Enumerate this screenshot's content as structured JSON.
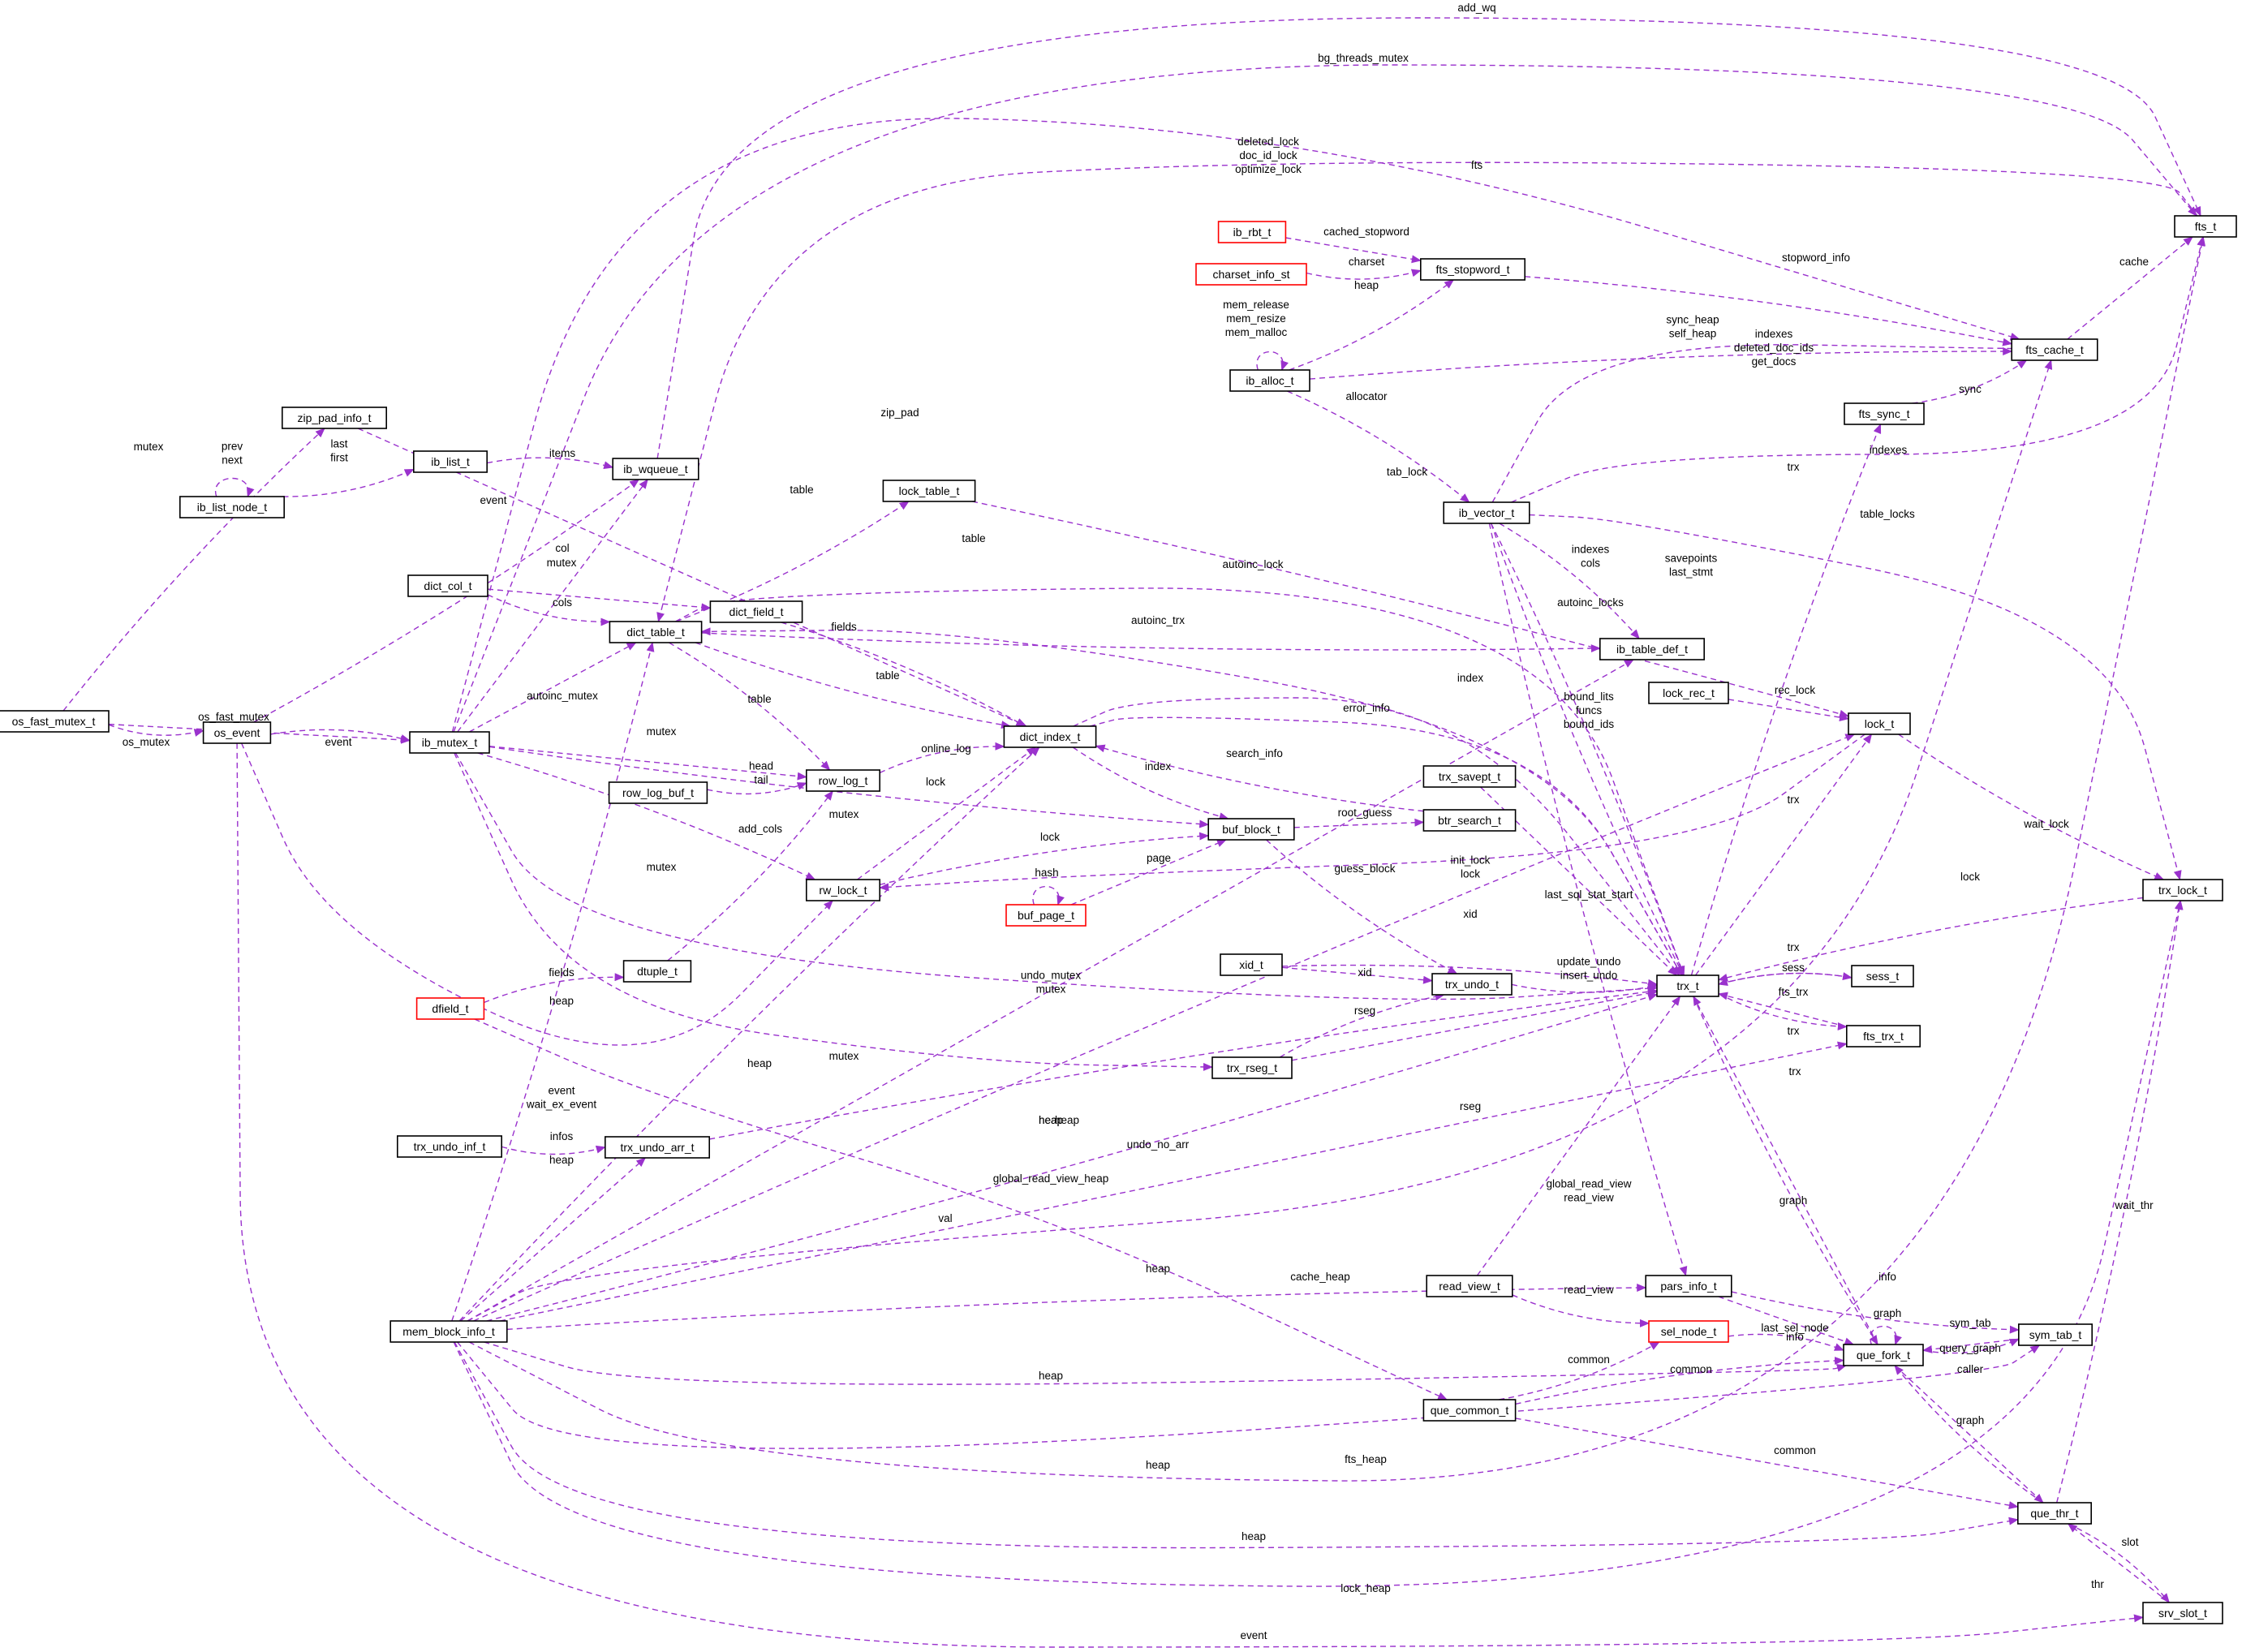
{
  "diagram": {
    "kind": "collaboration-graph",
    "focus_node": "ib_table_def_t",
    "colors": {
      "edge": "#9a32cd",
      "node_border": "#000000",
      "incomplete_node_border": "#ff0000",
      "focus_fill": "#bfbfbf",
      "background": "#ffffff"
    },
    "nodes": [
      {
        "id": "ib_table_def_t",
        "label": "ib_table_def_t",
        "style": "focus"
      },
      {
        "id": "ib_vector_t",
        "label": "ib_vector_t",
        "style": "normal"
      },
      {
        "id": "ib_alloc_t",
        "label": "ib_alloc_t",
        "style": "normal"
      },
      {
        "id": "mem_block_info_t",
        "label": "mem_block_info_t",
        "style": "normal"
      },
      {
        "id": "dict_table_t",
        "label": "dict_table_t",
        "style": "normal"
      },
      {
        "id": "dict_index_t",
        "label": "dict_index_t",
        "style": "normal"
      },
      {
        "id": "trx_t",
        "label": "trx_t",
        "style": "normal"
      },
      {
        "id": "lock_t",
        "label": "lock_t",
        "style": "normal"
      },
      {
        "id": "fts_t",
        "label": "fts_t",
        "style": "normal"
      },
      {
        "id": "fts_cache_t",
        "label": "fts_cache_t",
        "style": "normal"
      },
      {
        "id": "fts_stopword_t",
        "label": "fts_stopword_t",
        "style": "normal"
      },
      {
        "id": "ib_rbt_t",
        "label": "ib_rbt_t",
        "style": "incomplete"
      },
      {
        "id": "charset_info_st",
        "label": "charset_info_st",
        "style": "incomplete"
      },
      {
        "id": "fts_sync_t",
        "label": "fts_sync_t",
        "style": "normal"
      },
      {
        "id": "zip_pad_info_t",
        "label": "zip_pad_info_t",
        "style": "normal"
      },
      {
        "id": "ib_list_t",
        "label": "ib_list_t",
        "style": "normal"
      },
      {
        "id": "ib_list_node_t",
        "label": "ib_list_node_t",
        "style": "normal"
      },
      {
        "id": "ib_wqueue_t",
        "label": "ib_wqueue_t",
        "style": "normal"
      },
      {
        "id": "lock_table_t",
        "label": "lock_table_t",
        "style": "normal"
      },
      {
        "id": "dict_col_t",
        "label": "dict_col_t",
        "style": "normal"
      },
      {
        "id": "dict_field_t",
        "label": "dict_field_t",
        "style": "normal"
      },
      {
        "id": "os_fast_mutex_t",
        "label": "os_fast_mutex_t",
        "style": "normal"
      },
      {
        "id": "os_event",
        "label": "os_event",
        "style": "normal"
      },
      {
        "id": "ib_mutex_t",
        "label": "ib_mutex_t",
        "style": "normal"
      },
      {
        "id": "lock_rec_t",
        "label": "lock_rec_t",
        "style": "normal"
      },
      {
        "id": "row_log_t",
        "label": "row_log_t",
        "style": "normal"
      },
      {
        "id": "row_log_buf_t",
        "label": "row_log_buf_t",
        "style": "normal"
      },
      {
        "id": "trx_savept_t",
        "label": "trx_savept_t",
        "style": "normal"
      },
      {
        "id": "btr_search_t",
        "label": "btr_search_t",
        "style": "normal"
      },
      {
        "id": "buf_block_t",
        "label": "buf_block_t",
        "style": "normal"
      },
      {
        "id": "buf_page_t",
        "label": "buf_page_t",
        "style": "incomplete"
      },
      {
        "id": "rw_lock_t",
        "label": "rw_lock_t",
        "style": "normal"
      },
      {
        "id": "trx_lock_t",
        "label": "trx_lock_t",
        "style": "normal"
      },
      {
        "id": "xid_t",
        "label": "xid_t",
        "style": "normal"
      },
      {
        "id": "dtuple_t",
        "label": "dtuple_t",
        "style": "normal"
      },
      {
        "id": "dfield_t",
        "label": "dfield_t",
        "style": "incomplete"
      },
      {
        "id": "trx_undo_t",
        "label": "trx_undo_t",
        "style": "normal"
      },
      {
        "id": "sess_t",
        "label": "sess_t",
        "style": "normal"
      },
      {
        "id": "fts_trx_t",
        "label": "fts_trx_t",
        "style": "normal"
      },
      {
        "id": "trx_rseg_t",
        "label": "trx_rseg_t",
        "style": "normal"
      },
      {
        "id": "trx_undo_inf_t",
        "label": "trx_undo_inf_t",
        "style": "normal"
      },
      {
        "id": "trx_undo_arr_t",
        "label": "trx_undo_arr_t",
        "style": "normal"
      },
      {
        "id": "read_view_t",
        "label": "read_view_t",
        "style": "normal"
      },
      {
        "id": "pars_info_t",
        "label": "pars_info_t",
        "style": "normal"
      },
      {
        "id": "sel_node_t",
        "label": "sel_node_t",
        "style": "incomplete"
      },
      {
        "id": "que_fork_t",
        "label": "que_fork_t",
        "style": "normal"
      },
      {
        "id": "sym_tab_t",
        "label": "sym_tab_t",
        "style": "normal"
      },
      {
        "id": "que_common_t",
        "label": "que_common_t",
        "style": "normal"
      },
      {
        "id": "que_thr_t",
        "label": "que_thr_t",
        "style": "normal"
      },
      {
        "id": "srv_slot_t",
        "label": "srv_slot_t",
        "style": "normal"
      }
    ],
    "edges": [
      {
        "from": "ib_vector_t",
        "to": "ib_table_def_t",
        "label": [
          "indexes",
          "cols"
        ]
      },
      {
        "from": "mem_block_info_t",
        "to": "ib_table_def_t",
        "label": [
          "heap"
        ]
      },
      {
        "from": "dict_table_t",
        "to": "ib_table_def_t",
        "label": [
          "table"
        ]
      },
      {
        "from": "ib_alloc_t",
        "to": "ib_vector_t",
        "label": [
          "allocator"
        ]
      },
      {
        "from": "ib_alloc_t",
        "to": "ib_alloc_t",
        "label": [
          "mem_release",
          "mem_resize",
          "mem_malloc"
        ]
      },
      {
        "from": "ib_alloc_t",
        "to": "fts_stopword_t",
        "label": [
          "heap"
        ]
      },
      {
        "from": "ib_alloc_t",
        "to": "fts_cache_t",
        "label": [
          "sync_heap",
          "self_heap"
        ]
      },
      {
        "from": "ib_rbt_t",
        "to": "fts_stopword_t",
        "label": [
          "cached_stopword"
        ]
      },
      {
        "from": "charset_info_st",
        "to": "fts_stopword_t",
        "label": [
          "charset"
        ]
      },
      {
        "from": "fts_stopword_t",
        "to": "fts_cache_t",
        "label": [
          "stopword_info"
        ]
      },
      {
        "from": "fts_cache_t",
        "to": "fts_t",
        "label": [
          "cache"
        ]
      },
      {
        "from": "fts_sync_t",
        "to": "fts_cache_t",
        "label": [
          "sync"
        ]
      },
      {
        "from": "ib_vector_t",
        "to": "fts_cache_t",
        "label": [
          "indexes",
          "deleted_doc_ids",
          "get_docs"
        ]
      },
      {
        "from": "ib_vector_t",
        "to": "fts_t",
        "label": [
          "indexes"
        ]
      },
      {
        "from": "fts_t",
        "to": "dict_table_t",
        "label": [
          "fts"
        ]
      },
      {
        "from": "ib_wqueue_t",
        "to": "fts_t",
        "label": [
          "add_wq"
        ]
      },
      {
        "from": "ib_mutex_t",
        "to": "fts_t",
        "label": [
          "bg_threads_mutex"
        ]
      },
      {
        "from": "ib_mutex_t",
        "to": "fts_cache_t",
        "label": [
          "deleted_lock",
          "doc_id_lock",
          "optimize_lock"
        ]
      },
      {
        "from": "mem_block_info_t",
        "to": "fts_cache_t",
        "label": [
          "cache_heap"
        ]
      },
      {
        "from": "ib_list_node_t",
        "to": "ib_list_node_t",
        "label": [
          "prev",
          "next"
        ]
      },
      {
        "from": "ib_list_node_t",
        "to": "ib_list_t",
        "label": [
          "last",
          "first"
        ]
      },
      {
        "from": "ib_list_t",
        "to": "ib_wqueue_t",
        "label": [
          "items"
        ]
      },
      {
        "from": "ib_mutex_t",
        "to": "ib_wqueue_t",
        "label": [
          "mutex"
        ]
      },
      {
        "from": "os_event",
        "to": "ib_wqueue_t",
        "label": [
          "event"
        ]
      },
      {
        "from": "os_fast_mutex_t",
        "to": "zip_pad_info_t",
        "label": [
          "mutex"
        ]
      },
      {
        "from": "zip_pad_info_t",
        "to": "dict_index_t",
        "label": [
          "zip_pad"
        ]
      },
      {
        "from": "dict_table_t",
        "to": "lock_table_t",
        "label": [
          "table"
        ]
      },
      {
        "from": "lock_table_t",
        "to": "lock_t",
        "label": [
          "tab_lock"
        ]
      },
      {
        "from": "dict_col_t",
        "to": "dict_field_t",
        "label": [
          "col"
        ]
      },
      {
        "from": "dict_col_t",
        "to": "dict_table_t",
        "label": [
          "cols"
        ]
      },
      {
        "from": "dict_field_t",
        "to": "dict_index_t",
        "label": [
          "fields"
        ]
      },
      {
        "from": "ib_mutex_t",
        "to": "dict_table_t",
        "label": [
          "autoinc_mutex"
        ]
      },
      {
        "from": "dict_table_t",
        "to": "dict_index_t",
        "label": [
          "table"
        ]
      },
      {
        "from": "dict_table_t",
        "to": "row_log_t",
        "label": [
          "table"
        ]
      },
      {
        "from": "os_fast_mutex_t",
        "to": "ib_mutex_t",
        "label": [
          "os_fast_mutex"
        ]
      },
      {
        "from": "os_fast_mutex_t",
        "to": "os_event",
        "label": [
          "os_mutex"
        ]
      },
      {
        "from": "os_event",
        "to": "ib_mutex_t",
        "label": [
          "event"
        ]
      },
      {
        "from": "ib_mutex_t",
        "to": "row_log_t",
        "label": [
          "mutex"
        ]
      },
      {
        "from": "row_log_buf_t",
        "to": "row_log_t",
        "label": [
          "head",
          "tail"
        ]
      },
      {
        "from": "row_log_t",
        "to": "dict_index_t",
        "label": [
          "online_log"
        ]
      },
      {
        "from": "rw_lock_t",
        "to": "dict_index_t",
        "label": [
          "lock"
        ]
      },
      {
        "from": "dict_index_t",
        "to": "buf_block_t",
        "label": [
          "index"
        ]
      },
      {
        "from": "btr_search_t",
        "to": "dict_index_t",
        "label": [
          "search_info"
        ]
      },
      {
        "from": "buf_block_t",
        "to": "btr_search_t",
        "label": [
          "root_guess"
        ]
      },
      {
        "from": "ib_mutex_t",
        "to": "buf_block_t",
        "label": [
          "mutex"
        ]
      },
      {
        "from": "rw_lock_t",
        "to": "buf_block_t",
        "label": [
          "lock"
        ]
      },
      {
        "from": "buf_page_t",
        "to": "buf_block_t",
        "label": [
          "page"
        ]
      },
      {
        "from": "buf_page_t",
        "to": "buf_page_t",
        "label": [
          "hash"
        ]
      },
      {
        "from": "ib_mutex_t",
        "to": "rw_lock_t",
        "label": [
          "mutex"
        ]
      },
      {
        "from": "os_event",
        "to": "rw_lock_t",
        "label": [
          "event",
          "wait_ex_event"
        ]
      },
      {
        "from": "dtuple_t",
        "to": "row_log_t",
        "label": [
          "add_cols"
        ]
      },
      {
        "from": "dfield_t",
        "to": "dtuple_t",
        "label": [
          "fields"
        ]
      },
      {
        "from": "dfield_t",
        "to": "que_common_t",
        "label": [
          "val"
        ]
      },
      {
        "from": "mem_block_info_t",
        "to": "dict_table_t",
        "label": [
          "heap"
        ]
      },
      {
        "from": "mem_block_info_t",
        "to": "dict_index_t",
        "label": [
          "heap"
        ]
      },
      {
        "from": "mem_block_info_t",
        "to": "trx_undo_arr_t",
        "label": [
          "heap"
        ]
      },
      {
        "from": "trx_undo_inf_t",
        "to": "trx_undo_arr_t",
        "label": [
          "infos"
        ]
      },
      {
        "from": "trx_undo_arr_t",
        "to": "trx_t",
        "label": [
          "undo_no_arr"
        ]
      },
      {
        "from": "lock_rec_t",
        "to": "lock_t",
        "label": [
          "rec_lock"
        ]
      },
      {
        "from": "ib_vector_t",
        "to": "trx_t",
        "label": [
          "savepoints",
          "last_stmt"
        ]
      },
      {
        "from": "ib_vector_t",
        "to": "trx_t",
        "label": [
          "autoinc_locks"
        ]
      },
      {
        "from": "ib_vector_t",
        "to": "trx_lock_t",
        "label": [
          "table_locks"
        ]
      },
      {
        "from": "ib_vector_t",
        "to": "pars_info_t",
        "label": [
          "bound_lits",
          "funcs",
          "bound_ids"
        ]
      },
      {
        "from": "dict_table_t",
        "to": "trx_t",
        "label": [
          "autoinc_lock"
        ]
      },
      {
        "from": "dict_index_t",
        "to": "trx_t",
        "label": [
          "index"
        ]
      },
      {
        "from": "dict_index_t",
        "to": "trx_t",
        "label": [
          "error_info"
        ]
      },
      {
        "from": "trx_t",
        "to": "dict_table_t",
        "label": [
          "autoinc_trx"
        ]
      },
      {
        "from": "trx_t",
        "to": "lock_t",
        "label": [
          "trx"
        ]
      },
      {
        "from": "lock_t",
        "to": "trx_lock_t",
        "label": [
          "wait_lock"
        ]
      },
      {
        "from": "lock_t",
        "to": "rw_lock_t",
        "label": [
          "init_lock",
          "lock"
        ]
      },
      {
        "from": "trx_savept_t",
        "to": "trx_t",
        "label": [
          "last_sql_stat_start"
        ]
      },
      {
        "from": "trx_lock_t",
        "to": "trx_t",
        "label": [
          "lock"
        ]
      },
      {
        "from": "xid_t",
        "to": "trx_t",
        "label": [
          "xid"
        ]
      },
      {
        "from": "xid_t",
        "to": "trx_undo_t",
        "label": [
          "xid"
        ]
      },
      {
        "from": "trx_undo_t",
        "to": "trx_t",
        "label": [
          "update_undo",
          "insert_undo"
        ]
      },
      {
        "from": "trx_rseg_t",
        "to": "trx_undo_t",
        "label": [
          "rseg"
        ]
      },
      {
        "from": "trx_rseg_t",
        "to": "trx_t",
        "label": [
          "rseg"
        ]
      },
      {
        "from": "buf_block_t",
        "to": "trx_undo_t",
        "label": [
          "guess_block"
        ]
      },
      {
        "from": "ib_mutex_t",
        "to": "trx_t",
        "label": [
          "undo_mutex",
          "mutex"
        ]
      },
      {
        "from": "ib_mutex_t",
        "to": "trx_rseg_t",
        "label": [
          "mutex"
        ]
      },
      {
        "from": "sess_t",
        "to": "trx_t",
        "label": [
          "sess"
        ]
      },
      {
        "from": "trx_t",
        "to": "sess_t",
        "label": [
          "trx"
        ]
      },
      {
        "from": "fts_trx_t",
        "to": "trx_t",
        "label": [
          "fts_trx"
        ]
      },
      {
        "from": "trx_t",
        "to": "fts_trx_t",
        "label": [
          "trx"
        ]
      },
      {
        "from": "trx_t",
        "to": "fts_sync_t",
        "label": [
          "trx"
        ]
      },
      {
        "from": "mem_block_info_t",
        "to": "fts_trx_t",
        "label": [
          "heap"
        ]
      },
      {
        "from": "mem_block_info_t",
        "to": "trx_t",
        "label": [
          "global_read_view_heap"
        ]
      },
      {
        "from": "mem_block_info_t",
        "to": "lock_t",
        "label": [
          "heap"
        ]
      },
      {
        "from": "read_view_t",
        "to": "trx_t",
        "label": [
          "global_read_view",
          "read_view"
        ]
      },
      {
        "from": "read_view_t",
        "to": "sel_node_t",
        "label": [
          "read_view"
        ]
      },
      {
        "from": "mem_block_info_t",
        "to": "pars_info_t",
        "label": [
          "heap"
        ]
      },
      {
        "from": "mem_block_info_t",
        "to": "que_fork_t",
        "label": [
          "heap"
        ]
      },
      {
        "from": "mem_block_info_t",
        "to": "que_thr_t",
        "label": [
          "heap"
        ]
      },
      {
        "from": "mem_block_info_t",
        "to": "sym_tab_t",
        "label": [
          "heap"
        ]
      },
      {
        "from": "mem_block_info_t",
        "to": "trx_lock_t",
        "label": [
          "lock_heap"
        ]
      },
      {
        "from": "mem_block_info_t",
        "to": "fts_t",
        "label": [
          "fts_heap"
        ]
      },
      {
        "from": "os_event",
        "to": "srv_slot_t",
        "label": [
          "event"
        ]
      },
      {
        "from": "pars_info_t",
        "to": "que_fork_t",
        "label": [
          "info"
        ]
      },
      {
        "from": "pars_info_t",
        "to": "sym_tab_t",
        "label": [
          "info"
        ]
      },
      {
        "from": "que_fork_t",
        "to": "que_fork_t",
        "label": [
          "graph"
        ]
      },
      {
        "from": "que_fork_t",
        "to": "trx_t",
        "label": [
          "graph"
        ]
      },
      {
        "from": "trx_t",
        "to": "que_fork_t",
        "label": [
          "trx"
        ]
      },
      {
        "from": "sel_node_t",
        "to": "que_fork_t",
        "label": [
          "last_sel_node"
        ]
      },
      {
        "from": "sym_tab_t",
        "to": "que_fork_t",
        "label": [
          "sym_tab"
        ]
      },
      {
        "from": "que_fork_t",
        "to": "sym_tab_t",
        "label": [
          "query_graph"
        ]
      },
      {
        "from": "que_thr_t",
        "to": "que_fork_t",
        "label": [
          "caller"
        ]
      },
      {
        "from": "que_fork_t",
        "to": "que_thr_t",
        "label": [
          "graph"
        ]
      },
      {
        "from": "que_common_t",
        "to": "sel_node_t",
        "label": [
          "common"
        ]
      },
      {
        "from": "que_common_t",
        "to": "que_fork_t",
        "label": [
          "common"
        ]
      },
      {
        "from": "que_common_t",
        "to": "que_thr_t",
        "label": [
          "common"
        ]
      },
      {
        "from": "que_thr_t",
        "to": "trx_lock_t",
        "label": [
          "wait_thr"
        ]
      },
      {
        "from": "que_thr_t",
        "to": "srv_slot_t",
        "label": [
          "thr"
        ]
      },
      {
        "from": "srv_slot_t",
        "to": "que_thr_t",
        "label": [
          "slot"
        ]
      }
    ]
  }
}
